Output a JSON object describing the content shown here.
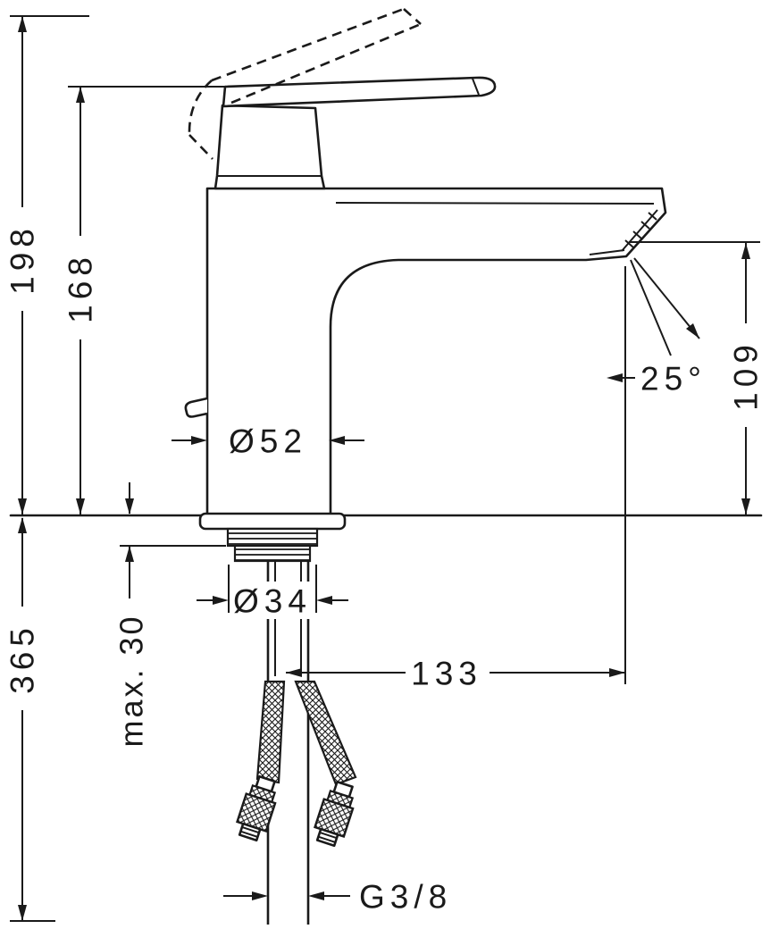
{
  "drawing": {
    "type": "technical-dimension-drawing",
    "subject": "single-lever basin mixer faucet, side view with dimensions",
    "labels": {
      "total_height": "198",
      "spout_top_height": "168",
      "outlet_height": "109",
      "below_deck_depth": "365",
      "max_deck_thickness": "max. 30",
      "body_diameter": "Ø52",
      "shank_diameter": "Ø34",
      "spout_reach": "133",
      "spray_angle": "25°",
      "supply_thread": "G3/8"
    },
    "colors": {
      "line": "#1a1a1a",
      "background": "#ffffff"
    }
  }
}
